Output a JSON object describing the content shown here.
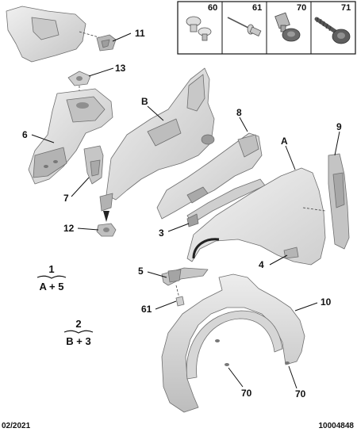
{
  "fastener_legend": [
    {
      "number": "60",
      "icon": "push-clip-icon"
    },
    {
      "number": "61",
      "icon": "rivet-icon"
    },
    {
      "number": "70",
      "icon": "bolt-icon"
    },
    {
      "number": "71",
      "icon": "screw-icon"
    }
  ],
  "callouts": {
    "p11": "11",
    "p13": "13",
    "p6": "6",
    "pB": "B",
    "p8": "8",
    "p9": "9",
    "pA": "A",
    "p7": "7",
    "p12": "12",
    "p3": "3",
    "p4": "4",
    "p5": "5",
    "p61": "61",
    "p10": "10",
    "p70a": "70",
    "p70b": "70"
  },
  "groups": [
    {
      "number": "1",
      "formula": "A + 5"
    },
    {
      "number": "2",
      "formula": "B + 3"
    }
  ],
  "footer": {
    "date": "02/2021",
    "reference": "10004848"
  },
  "colors": {
    "part_fill": "#d9d9d9",
    "part_dark": "#a8a8a8",
    "frame": "#111111"
  }
}
